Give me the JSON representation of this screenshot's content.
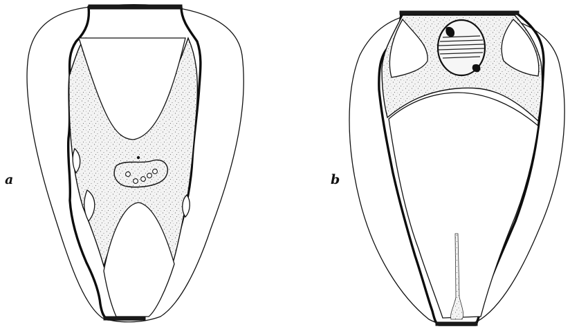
{
  "figure": {
    "panels": [
      {
        "id": "a",
        "label": "a"
      },
      {
        "id": "b",
        "label": "b"
      }
    ]
  }
}
